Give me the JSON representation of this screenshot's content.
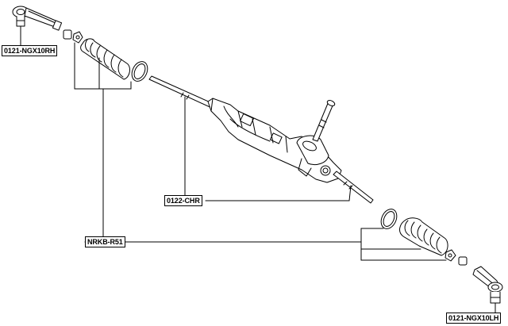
{
  "labels": {
    "tie_rod_end_rh": "0121-NGX10RH",
    "steering_rack": "0122-CHR",
    "rack_boot_kit": "NRKB-R51",
    "tie_rod_end_lh": "0121-NGX10LH"
  }
}
